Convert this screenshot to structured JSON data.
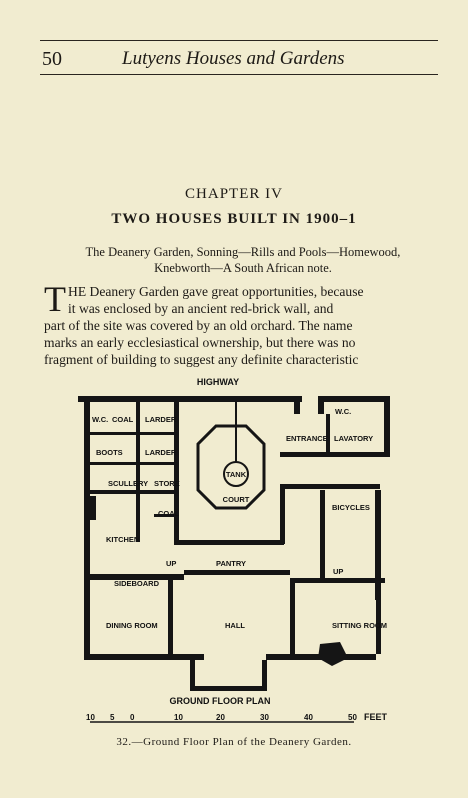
{
  "header": {
    "page_number": "50",
    "running_title": "Lutyens Houses and Gardens"
  },
  "chapter": {
    "number": "CHAPTER IV",
    "title": "TWO HOUSES BUILT IN 1900–1"
  },
  "synopsis": {
    "line1": "The Deanery Garden, Sonning—Rills and Pools—Homewood,",
    "line2": "Knebworth—A South African note."
  },
  "body": {
    "dropcap": "T",
    "line1": "HE Deanery Garden gave great opportunities, because",
    "line2": "it was enclosed by an ancient red-brick wall, and",
    "line3": "part of the site was covered by an old orchard.  The name",
    "line4": "marks an early ecclesiastical ownership, but there was no",
    "line5": "fragment of building to suggest any definite characteristic"
  },
  "plan": {
    "top_label": "HIGHWAY",
    "rooms": {
      "wc1": "W.C.",
      "coal1": "COAL",
      "larder1": "LARDER",
      "boots": "BOOTS",
      "larder2": "LARDER",
      "scullery": "SCULLERY",
      "store": "STORE",
      "tank": "TANK",
      "court": "COURT",
      "coal2": "COAL",
      "kitchen": "KITCHEN",
      "up1": "UP",
      "pantry": "PANTRY",
      "sideboard": "SIDEBOARD",
      "dining": "DINING ROOM",
      "hall": "HALL",
      "entrance": "ENTRANCE",
      "wc2": "W.C.",
      "lavatory": "LAVATORY",
      "bicycles": "BICYCLES",
      "up2": "UP",
      "sitting": "SITTING ROOM"
    },
    "bottom_label": "GROUND FLOOR PLAN",
    "scale": {
      "ticks": [
        "10",
        "5",
        "0",
        "10",
        "20",
        "30",
        "40",
        "50"
      ],
      "unit": "FEET"
    }
  },
  "caption": "32.—Ground Floor Plan of the Deanery Garden."
}
